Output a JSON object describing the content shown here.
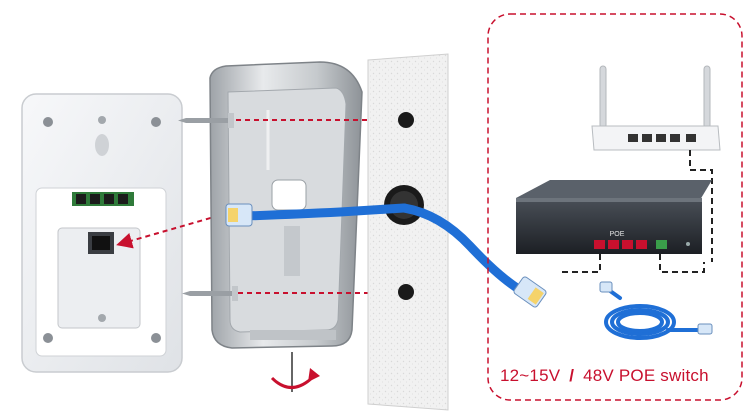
{
  "caption": {
    "power_label": "12~15V",
    "separator": "/",
    "switch_label": "48V POE switch"
  },
  "switch_label_port": "POE",
  "colors": {
    "accent_red": "#c8102e",
    "cable_blue": "#1f6fd6",
    "switch_body": "#2b2f36",
    "dashed_line": "#222222"
  },
  "icons": {
    "rotate": "rotate-arrow-icon"
  }
}
